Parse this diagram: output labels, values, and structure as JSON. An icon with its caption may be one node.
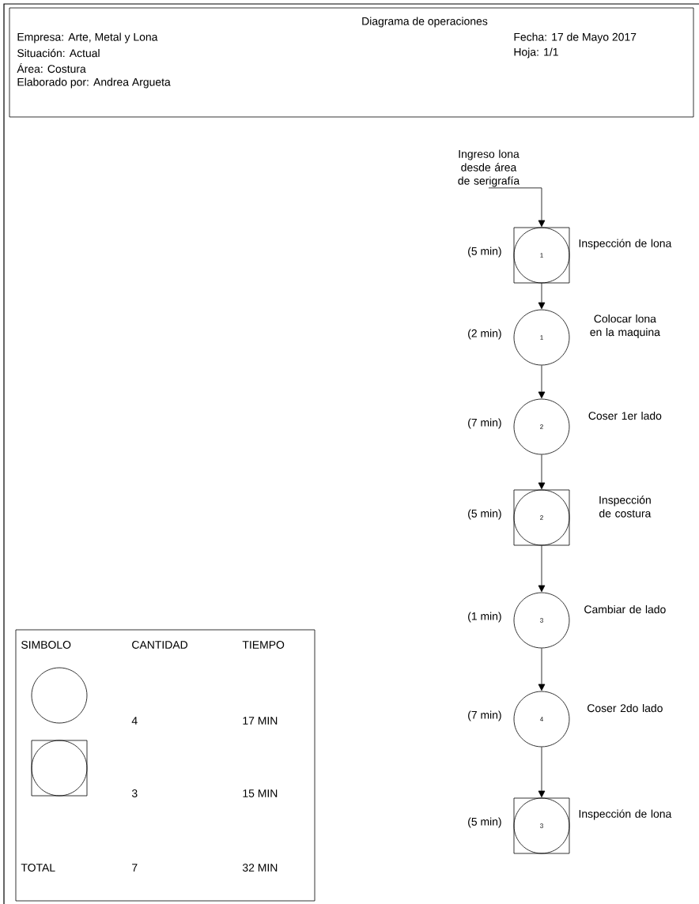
{
  "diagram": {
    "nodes": [
      {
        "text": [
          "Diagrama de operaciones",
          "Empresa: Arte, Metal y Lona",
          "Situación: Actual",
          "Área: Costura",
          "Elaborado por: Andrea Argueta",
          "Fecha: 17 de Mayo 2017",
          "Hoja: 1/1"
        ]
      },
      {
        "text": [
          "Ingreso lona desde área de serigrafía"
        ]
      },
      {
        "text": [
          "1"
        ],
        "beside": [
          "(5 min)",
          "Inspección de lona"
        ]
      },
      {
        "text": [
          "1"
        ],
        "beside": [
          "(2 min)",
          "Colocar lona en la maquina"
        ]
      },
      {
        "text": [
          "2"
        ],
        "beside": [
          "(7 min)",
          "Coser 1er lado"
        ]
      },
      {
        "text": [
          "2"
        ],
        "beside": [
          "(5 min)",
          "Inspección de costura"
        ]
      },
      {
        "text": [
          "3"
        ],
        "beside": [
          "(1 min)",
          "Cambiar de lado"
        ]
      },
      {
        "text": [
          "4"
        ],
        "beside": [
          "(7 min)",
          "Coser 2do lado"
        ]
      },
      {
        "text": [
          "3"
        ],
        "beside": [
          "(5 min)",
          "Inspección de lona"
        ]
      },
      {
        "text": [
          "SIMBOLO",
          "CANTIDAD",
          "TIEMPO",
          "4",
          "17 MIN",
          "3",
          "15 MIN",
          "TOTAL",
          "7",
          "32 MIN"
        ]
      },
      {
        "text": [],
        "shape": "circle",
        "in": 9
      },
      {
        "text": [],
        "shape": "box",
        "in": 9
      }
    ],
    "edges": [
      {
        "from": 1,
        "to": 2,
        "arrow": "to"
      },
      {
        "from": 2,
        "to": 3,
        "arrow": "to"
      },
      {
        "from": 3,
        "to": 4,
        "arrow": "to"
      },
      {
        "from": 4,
        "to": 5,
        "arrow": "to"
      },
      {
        "from": 5,
        "to": 6,
        "arrow": "to"
      },
      {
        "from": 6,
        "to": 7,
        "arrow": "to"
      },
      {
        "from": 7,
        "to": 8,
        "arrow": "to"
      }
    ]
  }
}
